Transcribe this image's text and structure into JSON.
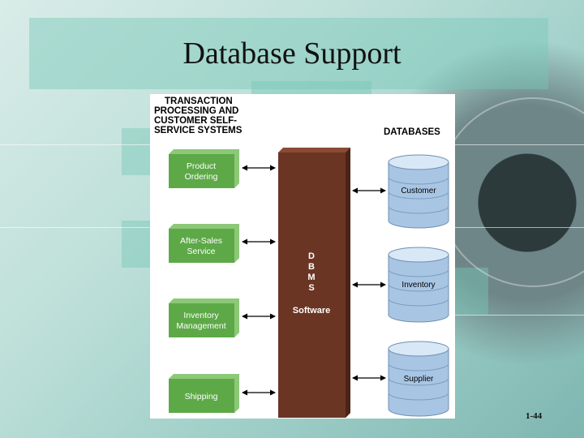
{
  "slide": {
    "title": "Database Support",
    "page_number": "1-44"
  },
  "diagram": {
    "left_heading": [
      "TRANSACTION",
      "PROCESSING AND",
      "CUSTOMER SELF-",
      "SERVICE SYSTEMS"
    ],
    "right_heading": "DATABASES",
    "systems": [
      {
        "lines": [
          "Product",
          "Ordering"
        ]
      },
      {
        "lines": [
          "After-Sales",
          "Service"
        ]
      },
      {
        "lines": [
          "Inventory",
          "Management"
        ]
      },
      {
        "lines": [
          "Shipping"
        ]
      }
    ],
    "dbms": {
      "letters": [
        "D",
        "B",
        "M",
        "S"
      ],
      "label": "Software"
    },
    "databases": [
      "Customer",
      "Inventory",
      "Supplier"
    ],
    "colors": {
      "system_box": "#5da947",
      "system_box_top": "#8cc878",
      "dbms": "#6b3524",
      "database": "#a8c6e4",
      "database_top": "#d8e8f6"
    }
  }
}
